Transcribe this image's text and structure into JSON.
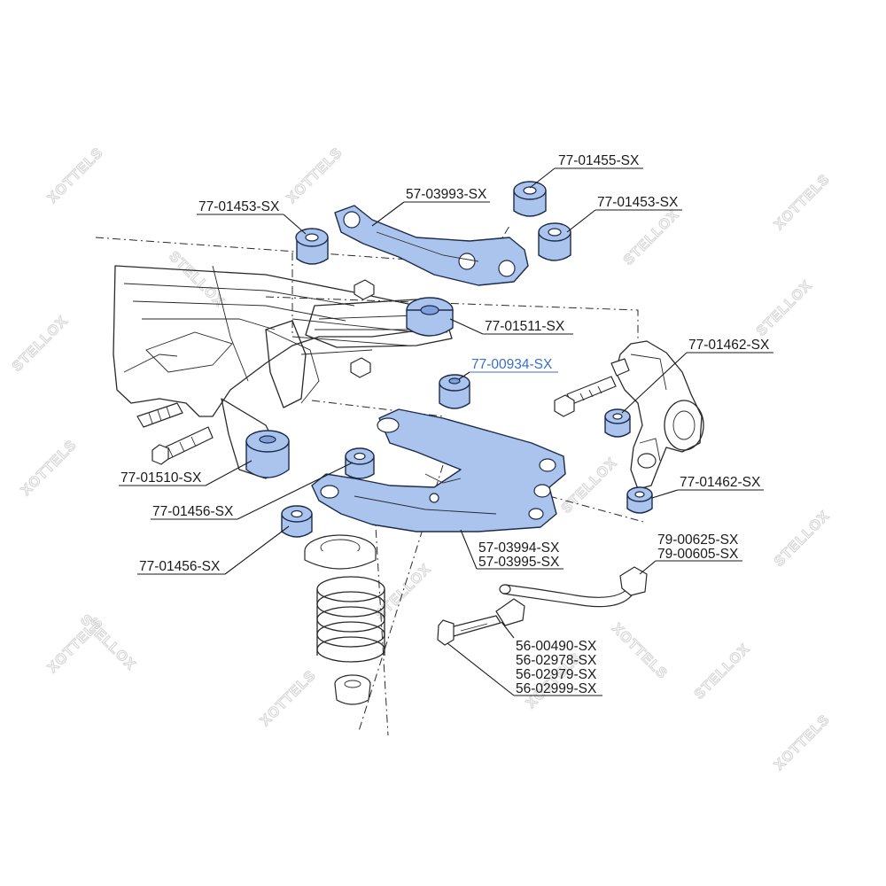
{
  "watermark": {
    "brand_words": [
      "STELLOX",
      "XOTTELS"
    ]
  },
  "colors": {
    "part_fill": "#aac4ee",
    "part_outline": "#1d2b4a",
    "label_text": "#1a1a1a",
    "highlight_label": "#3a6fc9"
  },
  "labels": {
    "upper_arm": "57-03993-SX",
    "bushing_upper_left": "77-01453-SX",
    "bushing_upper_right": "77-01453-SX",
    "bushing_top": "77-01455-SX",
    "subframe_mount": "77-01511-SX",
    "knuckle_upper_bushing": "77-01462-SX",
    "highlighted_bushing": "77-00934-SX",
    "subframe_bushing": "77-01510-SX",
    "knuckle_lower_bushing": "77-01462-SX",
    "lower_arm_bushing_1": "77-01456-SX",
    "lower_arm_bushing_2": "77-01456-SX",
    "lower_arm": [
      "57-03994-SX",
      "57-03995-SX"
    ],
    "stabilizer_link": [
      "79-00625-SX",
      "79-00605-SX"
    ],
    "end_link": [
      "56-00490-SX",
      "56-02978-SX",
      "56-02979-SX",
      "56-02999-SX"
    ]
  }
}
